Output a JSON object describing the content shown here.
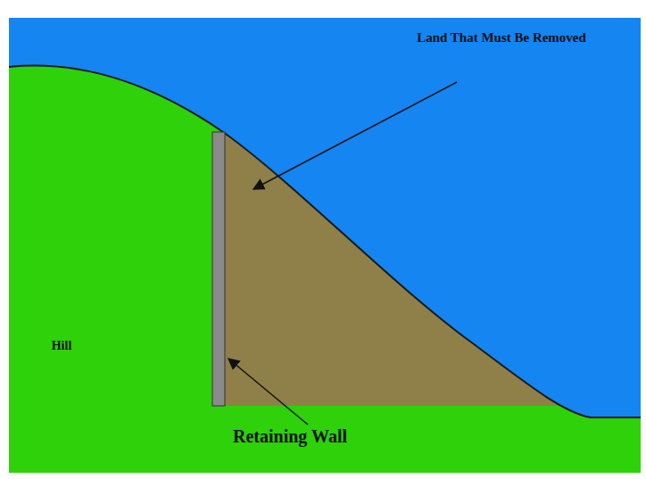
{
  "diagram": {
    "labels": [
      "Land That Must Be Removed",
      "Hill",
      "Retaining Wall"
    ]
  }
}
